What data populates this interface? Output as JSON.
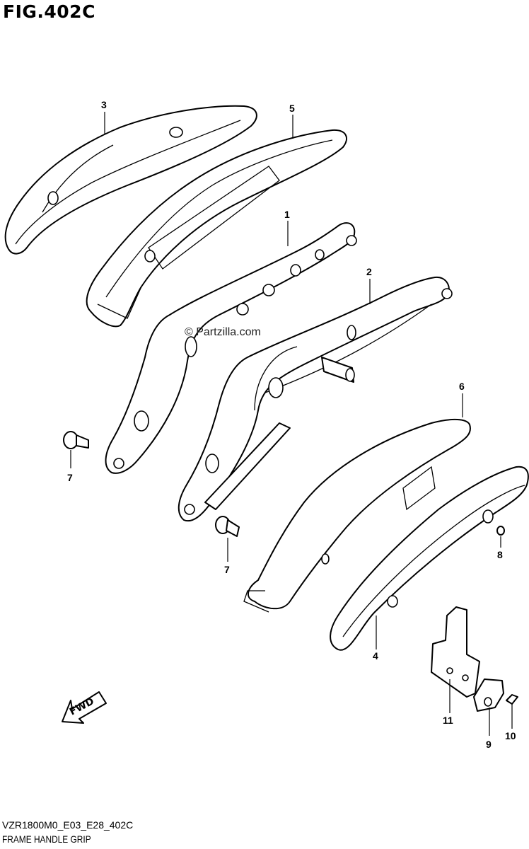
{
  "figure": {
    "title": "FIG.402C",
    "watermark": "© Partzilla.com",
    "footer_code": "VZR1800M0_E03_E28_402C",
    "footer_name": "FRAME HANDLE GRIP",
    "fwd_label": "FWD"
  },
  "callouts": {
    "c1": "1",
    "c2": "2",
    "c3": "3",
    "c4": "4",
    "c5": "5",
    "c6": "6",
    "c7a": "7",
    "c7b": "7",
    "c8": "8",
    "c9": "9",
    "c10": "10",
    "c11": "11"
  }
}
